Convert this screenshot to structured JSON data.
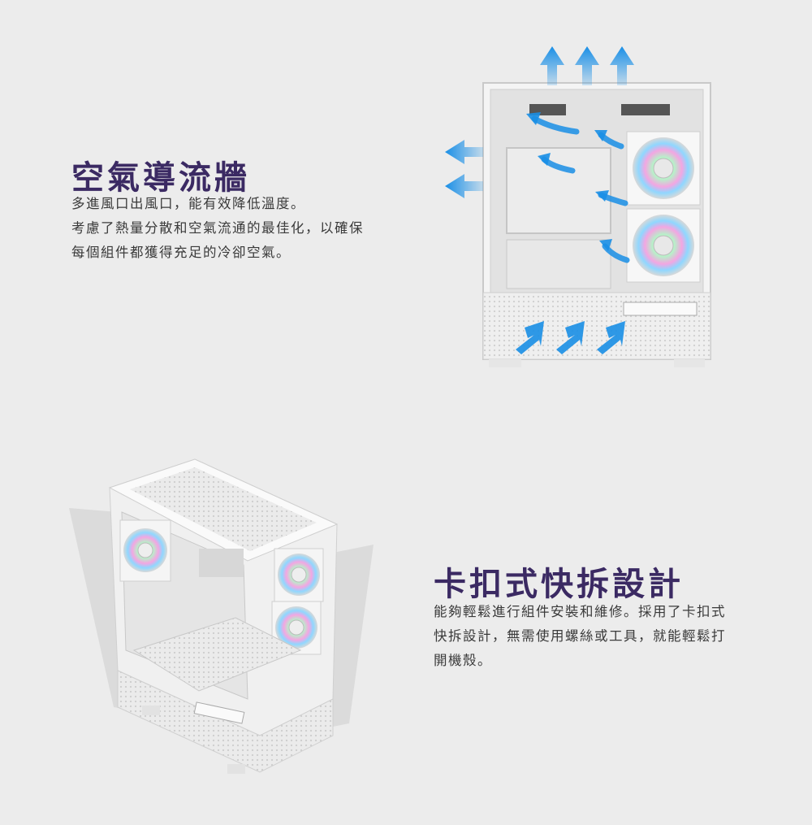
{
  "section1": {
    "title": "空氣導流牆",
    "lines": [
      "多進風口出風口，能有效降低溫度。",
      "考慮了熱量分散和空氣流通的最佳化，以確保",
      "每個組件都獲得充足的冷卻空氣。"
    ],
    "arrow_color": "#1a8fe6"
  },
  "section2": {
    "title": "卡扣式快拆設計",
    "lines": [
      "能夠輕鬆進行組件安裝和維修。採用了卡扣式",
      "快拆設計，無需使用螺絲或工具，就能輕鬆打",
      "開機殼。"
    ]
  },
  "colors": {
    "background": "#ececec",
    "title": "#3b2a63",
    "body_text": "#3a3a3a",
    "arrow": "#1a8fe6"
  },
  "icons": {
    "airflow_arrow": "arrow-icon",
    "fan": "rgb-fan-icon"
  }
}
